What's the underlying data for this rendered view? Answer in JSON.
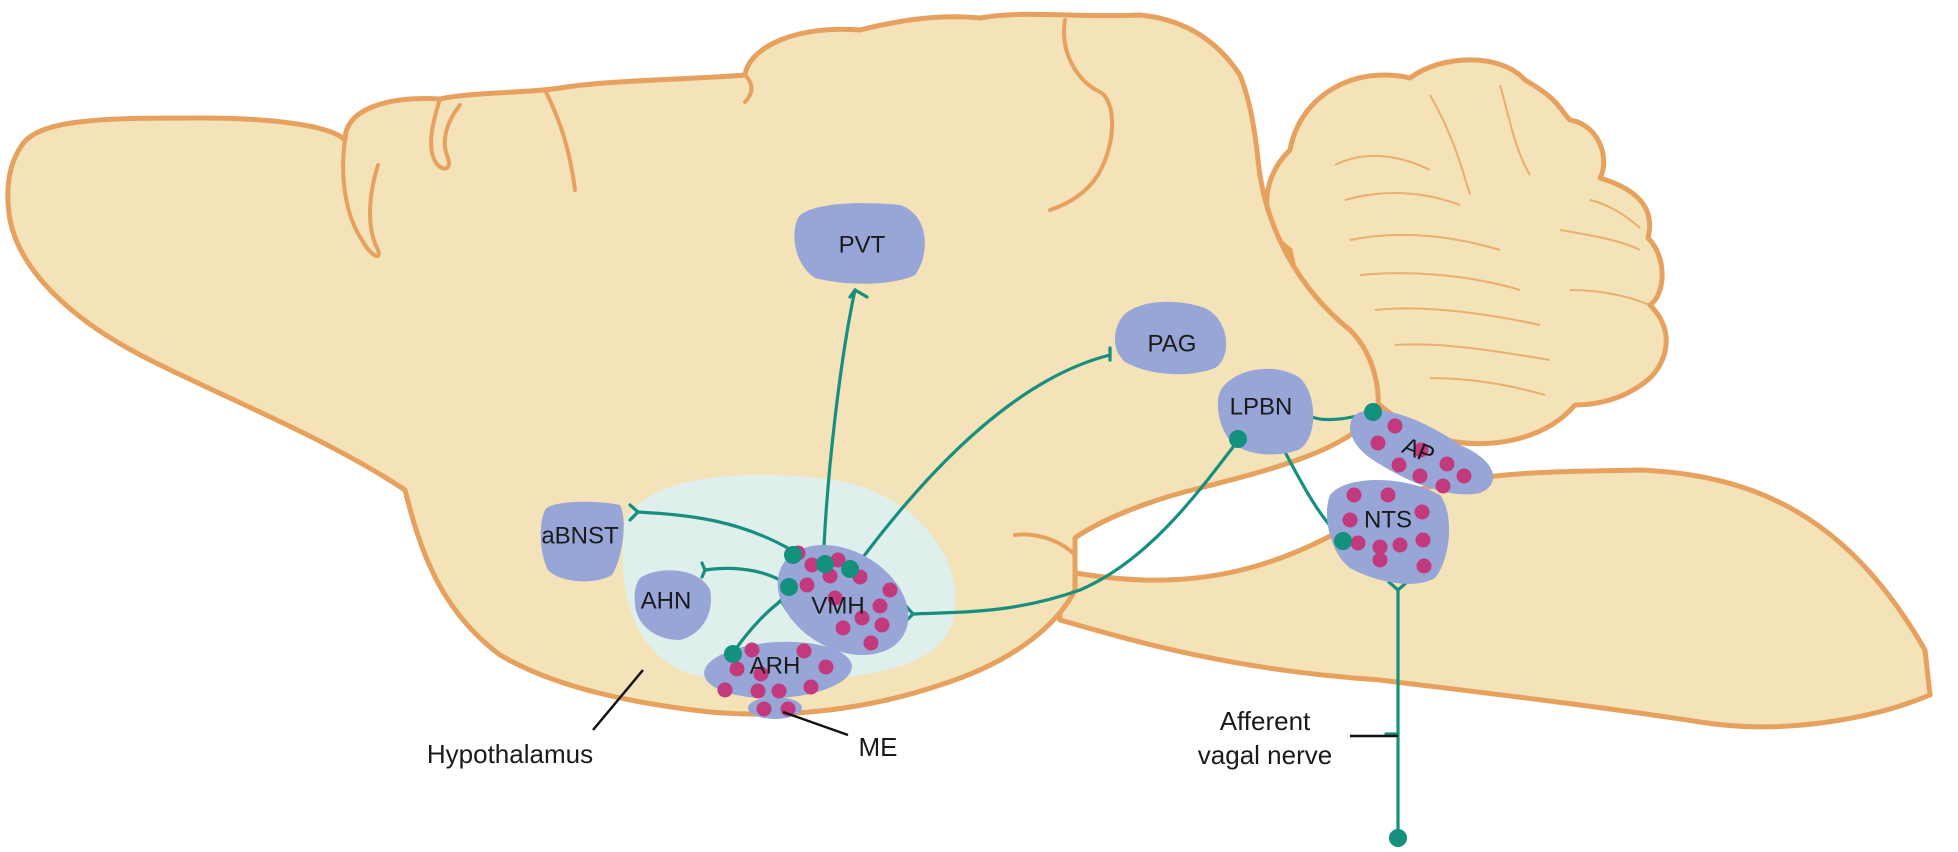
{
  "figure": {
    "nuclei": {
      "pvt": "PVT",
      "pag": "PAG",
      "lpbn": "LPBN",
      "ap": "AP",
      "nts": "NTS",
      "abnst": "aBNST",
      "ahn": "AHN",
      "vmh": "VMH",
      "arh": "ARH"
    },
    "annotations": {
      "hypothalamus": "Hypothalamus",
      "me": "ME",
      "vagal_line1": "Afferent",
      "vagal_line2": "vagal nerve"
    },
    "colors": {
      "brain_fill": "#f4e2b8",
      "brain_outline": "#e7a15e",
      "hypothalamus_region": "#dff0ec",
      "nucleus": "#97a6d6",
      "projection": "#168f7f",
      "receptor_dot": "#c2397e"
    }
  }
}
